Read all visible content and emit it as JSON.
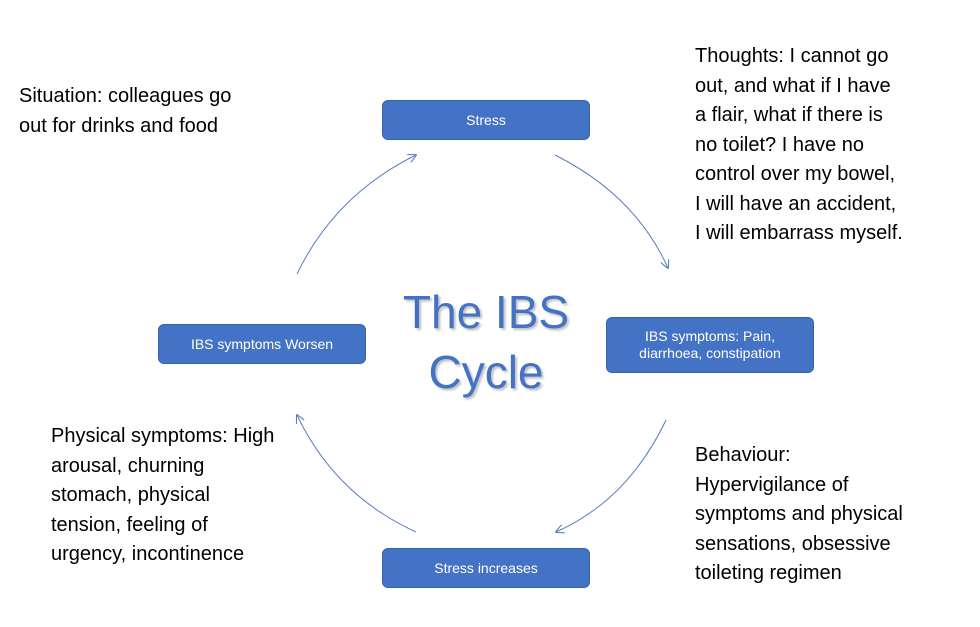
{
  "diagram": {
    "center_title": "The IBS\nCycle",
    "nodes": {
      "stress": "Stress",
      "symptoms_pain": "IBS symptoms: Pain, diarrhoea, constipation",
      "stress_increases": "Stress increases",
      "symptoms_worsen": "IBS symptoms Worsen"
    },
    "notes": {
      "situation": "Situation: colleagues go\nout for drinks and food",
      "thoughts": "Thoughts: I cannot go\nout, and what if I have\na flair, what if there is\nno toilet? I have no\ncontrol over my bowel,\nI will have an accident,\nI will embarrass myself.",
      "behaviour": "Behaviour:\nHypervigilance of\nsymptoms and physical\nsensations, obsessive\ntoileting regimen",
      "physical": "Physical symptoms: High\narousal, churning\nstomach, physical\ntension,  feeling of\nurgency, incontinence"
    },
    "colors": {
      "node_fill": "#4472c4",
      "node_text": "#ffffff",
      "arrow": "#5b7fbf",
      "title": "#4472c4"
    }
  }
}
